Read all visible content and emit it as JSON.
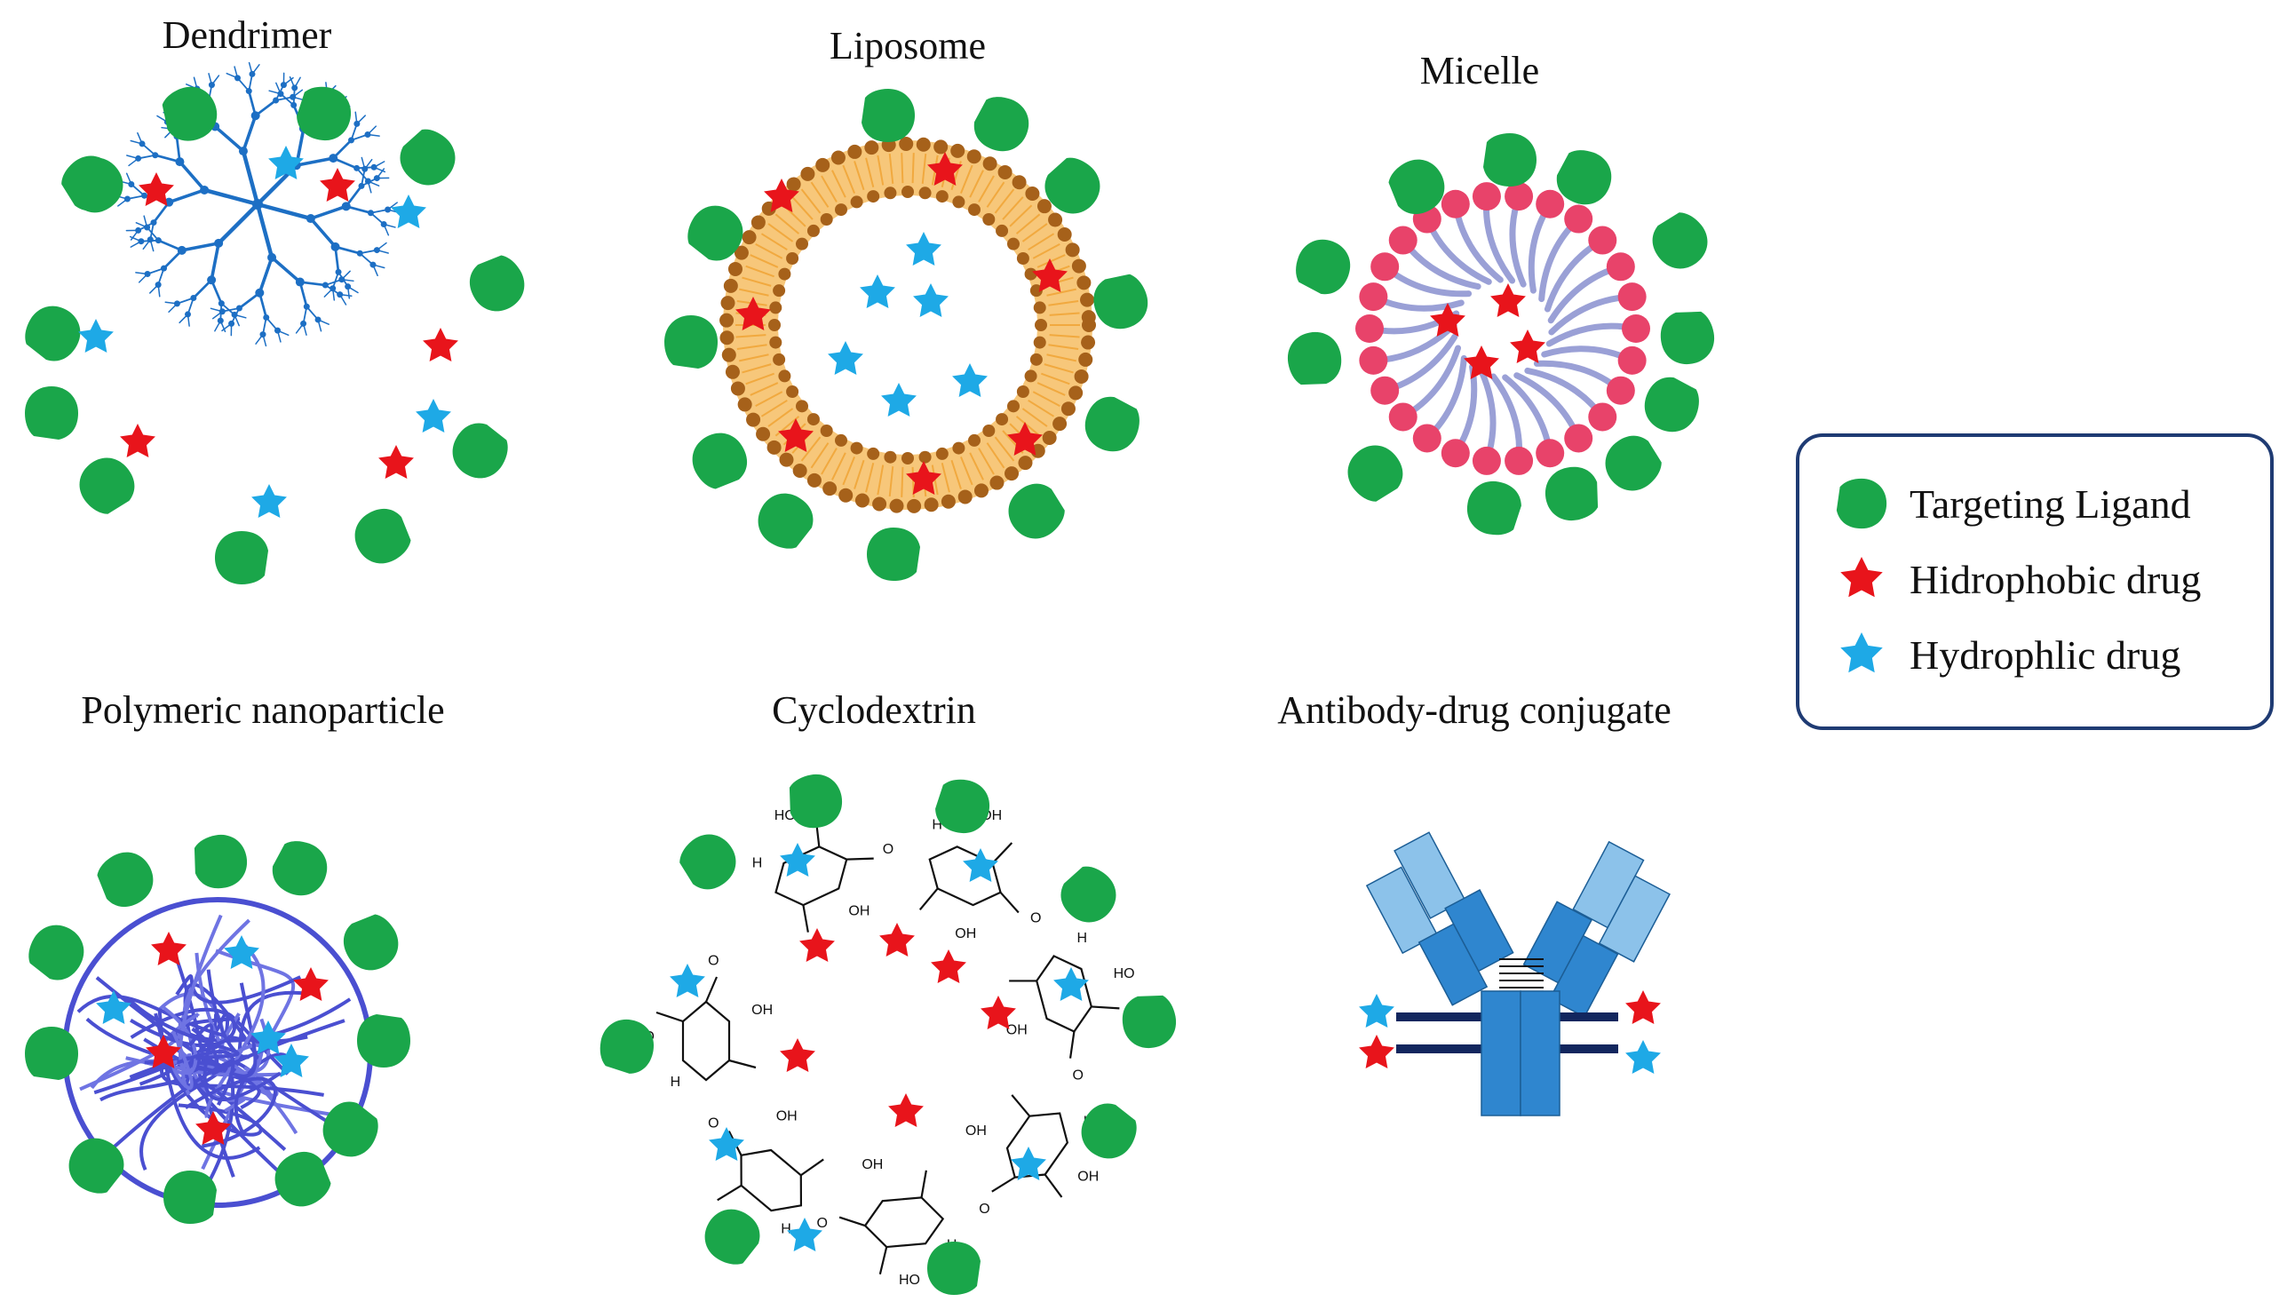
{
  "panels": {
    "dendrimer": "Dendrimer",
    "liposome": "Liposome",
    "micelle": "Micelle",
    "polymeric": "Polymeric nanoparticle",
    "cyclodextrin": "Cyclodextrin",
    "adc": "Antibody-drug conjugate"
  },
  "legend": {
    "ligand": "Targeting Ligand",
    "hydrophobic": "Hidrophobic drug",
    "hydrophilic": "Hydrophlic drug"
  },
  "cyclodextrin_atoms": {
    "oh": "OH",
    "ho": "HO",
    "h": "H",
    "o": "O"
  },
  "colors": {
    "ligand": "#1aa64a",
    "hydrophobic_drug": "#e8141b",
    "hydrophilic_drug": "#1ea9e6",
    "dendrimer_branch": "#1d6fc4",
    "liposome_head": "#a6611a",
    "liposome_fill": "#f7c77a",
    "micelle_head": "#e8436a",
    "micelle_tail": "#9aa0d6",
    "polymer": "#4a4fd1",
    "antibody_light": "#8cc2ea",
    "antibody_dark": "#2f86cf",
    "legend_border": "#1f3b73"
  }
}
